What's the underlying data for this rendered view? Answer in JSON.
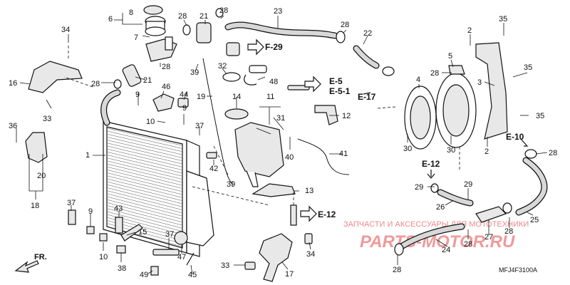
{
  "diagram": {
    "callouts": [
      {
        "id": "c6",
        "text": "6"
      },
      {
        "id": "c8",
        "text": "8"
      },
      {
        "id": "c7",
        "text": "7"
      },
      {
        "id": "c28a",
        "text": "28"
      },
      {
        "id": "c21a",
        "text": "21"
      },
      {
        "id": "c28b",
        "text": "28"
      },
      {
        "id": "c23",
        "text": "23"
      },
      {
        "id": "c28c",
        "text": "28"
      },
      {
        "id": "c22",
        "text": "22"
      },
      {
        "id": "c34a",
        "text": "34"
      },
      {
        "id": "c16",
        "text": "16"
      },
      {
        "id": "c28d",
        "text": "28"
      },
      {
        "id": "c28e",
        "text": "28"
      },
      {
        "id": "c39a",
        "text": "39"
      },
      {
        "id": "c32",
        "text": "32"
      },
      {
        "id": "c48",
        "text": "48"
      },
      {
        "id": "c21b",
        "text": "21"
      },
      {
        "id": "c46",
        "text": "46"
      },
      {
        "id": "c44",
        "text": "44"
      },
      {
        "id": "c19",
        "text": "19"
      },
      {
        "id": "c14",
        "text": "14"
      },
      {
        "id": "c11",
        "text": "11"
      },
      {
        "id": "c9a",
        "text": "9"
      },
      {
        "id": "c33a",
        "text": "33"
      },
      {
        "id": "c10a",
        "text": "10"
      },
      {
        "id": "c9b",
        "text": "9"
      },
      {
        "id": "c37a",
        "text": "37"
      },
      {
        "id": "c31",
        "text": "31"
      },
      {
        "id": "c12",
        "text": "12"
      },
      {
        "id": "c36",
        "text": "36"
      },
      {
        "id": "c1",
        "text": "1"
      },
      {
        "id": "c20",
        "text": "20"
      },
      {
        "id": "c18",
        "text": "18"
      },
      {
        "id": "c42",
        "text": "42"
      },
      {
        "id": "c39b",
        "text": "39"
      },
      {
        "id": "c40",
        "text": "40"
      },
      {
        "id": "c41",
        "text": "41"
      },
      {
        "id": "c13",
        "text": "13"
      },
      {
        "id": "c37b",
        "text": "37"
      },
      {
        "id": "c9c",
        "text": "9"
      },
      {
        "id": "c43",
        "text": "43"
      },
      {
        "id": "c15",
        "text": "15"
      },
      {
        "id": "c10b",
        "text": "10"
      },
      {
        "id": "c38",
        "text": "38"
      },
      {
        "id": "c37c",
        "text": "37"
      },
      {
        "id": "c47",
        "text": "47"
      },
      {
        "id": "c49",
        "text": "49"
      },
      {
        "id": "c45",
        "text": "45"
      },
      {
        "id": "c33b",
        "text": "33"
      },
      {
        "id": "c17",
        "text": "17"
      },
      {
        "id": "c34b",
        "text": "34"
      },
      {
        "id": "c2a",
        "text": "2"
      },
      {
        "id": "c35a",
        "text": "35"
      },
      {
        "id": "c5",
        "text": "5"
      },
      {
        "id": "c28f",
        "text": "28"
      },
      {
        "id": "c35b",
        "text": "35"
      },
      {
        "id": "c3",
        "text": "3"
      },
      {
        "id": "c4",
        "text": "4"
      },
      {
        "id": "c35c",
        "text": "35"
      },
      {
        "id": "c30a",
        "text": "30"
      },
      {
        "id": "c30b",
        "text": "30"
      },
      {
        "id": "c2b",
        "text": "2"
      },
      {
        "id": "c28g",
        "text": "28"
      },
      {
        "id": "c29a",
        "text": "29"
      },
      {
        "id": "c29b",
        "text": "29"
      },
      {
        "id": "c26",
        "text": "26"
      },
      {
        "id": "c25",
        "text": "25"
      },
      {
        "id": "c28h",
        "text": "28"
      },
      {
        "id": "c27",
        "text": "27"
      },
      {
        "id": "c28i",
        "text": "28"
      },
      {
        "id": "c24",
        "text": "24"
      },
      {
        "id": "c28j",
        "text": "28"
      }
    ],
    "references": {
      "f29": "F-29",
      "e5": "E-5",
      "e51": "E-5-1",
      "e17": "E-17",
      "e12a": "E-12",
      "e12b": "E-12",
      "e10": "E-10"
    },
    "direction_label": "FR.",
    "watermark_top": "ЗАПЧАСТИ И АКСЕССУАРЫ ДЛЯ МОТОТЕХНИКИ",
    "watermark_main": "PARTS-MOTOR.RU",
    "diagram_code": "MFJ4F3100A"
  }
}
